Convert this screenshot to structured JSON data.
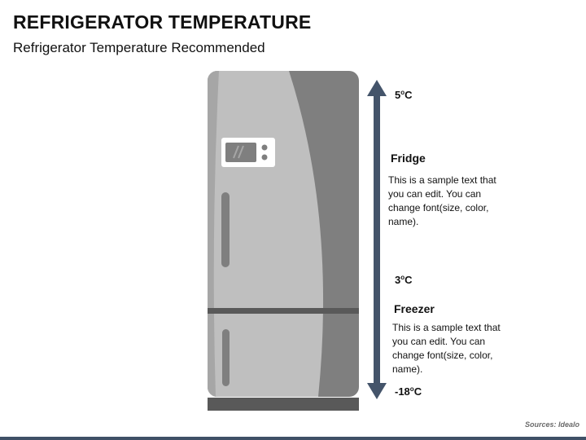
{
  "header": {
    "title": "REFRIGERATOR TEMPERATURE",
    "subtitle": "Refrigerator Temperature Recommended"
  },
  "scale": {
    "top_label": "5",
    "middle_label": "3",
    "bottom_label": "-18",
    "unit": "C",
    "degree_symbol": "o",
    "arrow_color": "#44546a"
  },
  "fridge": {
    "title": "Fridge",
    "text": "This is a sample text that you can edit. You can change font(size, color, name)."
  },
  "freezer": {
    "title": "Freezer",
    "text": "This is a sample text that you can edit. You can change font(size, color, name)."
  },
  "footer": {
    "source": "Sources: Idealo"
  }
}
